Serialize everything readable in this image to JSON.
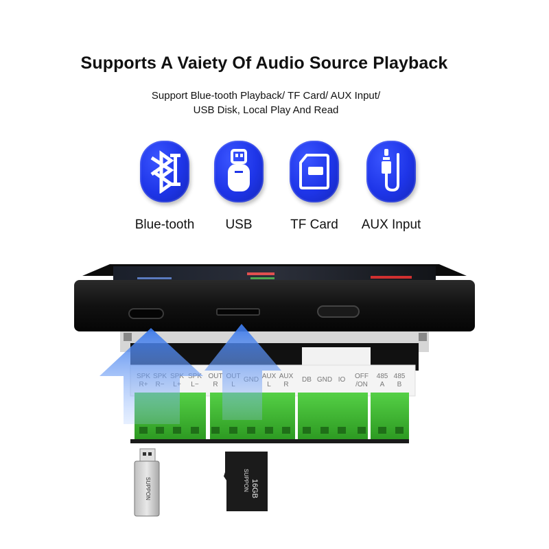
{
  "headline": "Supports A Vaiety Of Audio Source Playback",
  "subtitle_line1": "Support Blue-tooth Playback/ TF Card/ AUX Input/",
  "subtitle_line2": "USB Disk, Local Play And Read",
  "sources": [
    {
      "label": "Blue-tooth",
      "icon": "bluetooth-icon"
    },
    {
      "label": "USB",
      "icon": "usb-stick-icon"
    },
    {
      "label": "TF Card",
      "icon": "sd-card-icon"
    },
    {
      "label": "AUX Input",
      "icon": "aux-jack-icon"
    }
  ],
  "terminals": [
    {
      "top": "SPK",
      "bottom": "R+"
    },
    {
      "top": "SPK",
      "bottom": "R−"
    },
    {
      "top": "SPK",
      "bottom": "L+"
    },
    {
      "top": "SPK",
      "bottom": "L−"
    },
    {
      "top": "OUT",
      "bottom": "R"
    },
    {
      "top": "OUT",
      "bottom": "L"
    },
    {
      "top": "GND",
      "bottom": ""
    },
    {
      "top": "AUX",
      "bottom": "L"
    },
    {
      "top": "AUX",
      "bottom": "R"
    },
    {
      "top": "DB",
      "bottom": ""
    },
    {
      "top": "GND",
      "bottom": ""
    },
    {
      "top": "IO",
      "bottom": ""
    },
    {
      "top": "OFF",
      "bottom": "/ON"
    },
    {
      "top": "485",
      "bottom": "A"
    },
    {
      "top": "485",
      "bottom": "B"
    }
  ],
  "usb_brand": "SUPPON",
  "sd_brand": "SUPPON",
  "sd_capacity": "16GB",
  "colors": {
    "icon_blue": "#1e35e8",
    "terminal_green": "#3dbb2f",
    "arrow_blue": "#5a8ef0"
  }
}
